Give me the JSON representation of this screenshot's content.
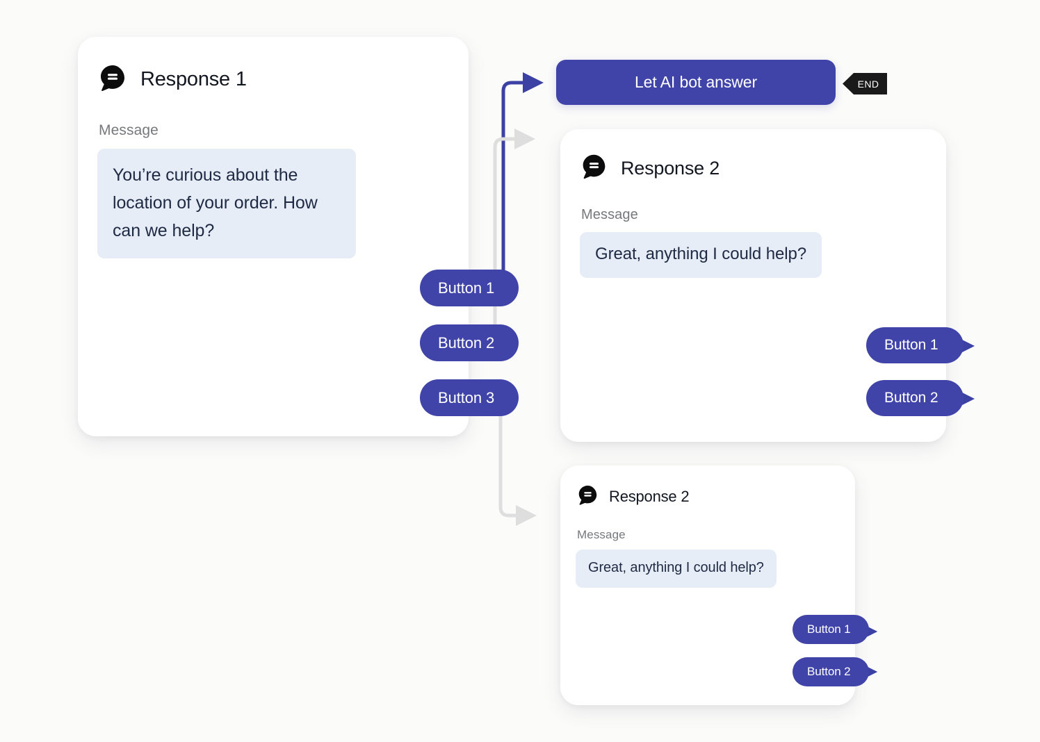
{
  "canvas": {
    "background_color": "#FBFBFA",
    "accent_color": "#4044A8",
    "bubble_color": "#E7EDF6",
    "label_color": "#76787C",
    "wire_active_color": "#3C41A4",
    "wire_idle_color": "#DEDEDE",
    "badge_color": "#1A1A1A"
  },
  "nodes": {
    "response_1": {
      "icon": "chat-bubble-icon",
      "title": "Response 1",
      "message_label": "Message",
      "message_text": "You’re curious about the location of your order. How can we help?",
      "buttons": [
        {
          "label": "Button 1"
        },
        {
          "label": "Button 2"
        },
        {
          "label": "Button 3"
        }
      ]
    },
    "let_ai_bot_answer": {
      "label": "Let AI bot answer",
      "end_badge": "END"
    },
    "response_2_primary": {
      "icon": "chat-bubble-icon",
      "title": "Response 2",
      "message_label": "Message",
      "message_text": "Great, anything I could help?",
      "buttons": [
        {
          "label": "Button 1"
        },
        {
          "label": "Button 2"
        }
      ]
    },
    "response_2_secondary": {
      "icon": "chat-bubble-icon",
      "title": "Response 2",
      "message_label": "Message",
      "message_text": "Great, anything I could help?",
      "buttons": [
        {
          "label": "Button 1"
        },
        {
          "label": "Button 2"
        }
      ]
    }
  },
  "connections": [
    {
      "from": "response_1.button_1",
      "to": "let_ai_bot_answer",
      "state": "active"
    },
    {
      "from": "response_1.button_2",
      "to": "response_2_primary",
      "state": "idle"
    },
    {
      "from": "response_1.button_3",
      "to": "response_2_secondary",
      "state": "idle"
    },
    {
      "from": "response_2_primary.button_1",
      "to": "",
      "state": "active"
    },
    {
      "from": "response_2_primary.button_2",
      "to": "",
      "state": "active"
    },
    {
      "from": "response_2_secondary.button_1",
      "to": "",
      "state": "active"
    },
    {
      "from": "response_2_secondary.button_2",
      "to": "",
      "state": "active"
    }
  ]
}
